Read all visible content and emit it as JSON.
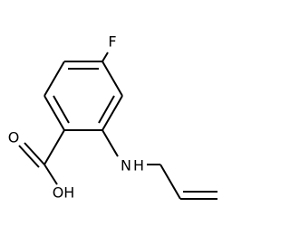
{
  "molecule": {
    "atoms": {
      "fluorine": "F",
      "carbonyl_oxygen": "O",
      "hydroxyl": "OH",
      "amine": "N",
      "amine_hydrogen": "H"
    }
  }
}
